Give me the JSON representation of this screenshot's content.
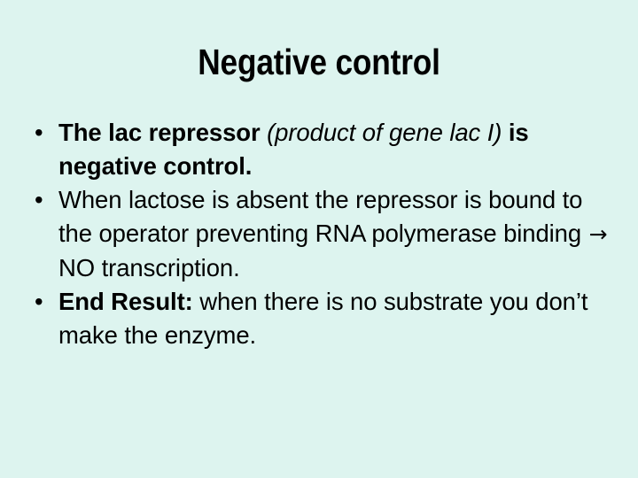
{
  "slide": {
    "background_color": "#ddf4ef",
    "text_color": "#000000",
    "title": "Negative control",
    "bullet_marker": "•",
    "bullets": [
      {
        "id": "bullet-lac-repressor",
        "runs": [
          {
            "text": "The lac repressor ",
            "style": "bold"
          },
          {
            "text": "(product of gene lac I)",
            "style": "italic"
          },
          {
            "text": " is negative control.",
            "style": "bold"
          }
        ],
        "plain_text": "The lac repressor (product of gene lac I) is negative control."
      },
      {
        "id": "bullet-lactose-absent",
        "runs": [
          {
            "text": "When lactose is absent the repressor is bound to the operator preventing RNA polymerase binding ",
            "style": "normal"
          },
          {
            "text": "→",
            "style": "arrow"
          },
          {
            "text": " NO transcription.",
            "style": "normal"
          }
        ],
        "plain_text": "When lactose is absent the repressor is bound to the operator preventing RNA polymerase binding → NO transcription."
      },
      {
        "id": "bullet-end-result",
        "runs": [
          {
            "text": "End Result:",
            "style": "bold"
          },
          {
            "text": " when there is no substrate you don’t make the enzyme.",
            "style": "normal"
          }
        ],
        "plain_text": "End Result: when there is no substrate you don’t make the enzyme."
      }
    ]
  }
}
